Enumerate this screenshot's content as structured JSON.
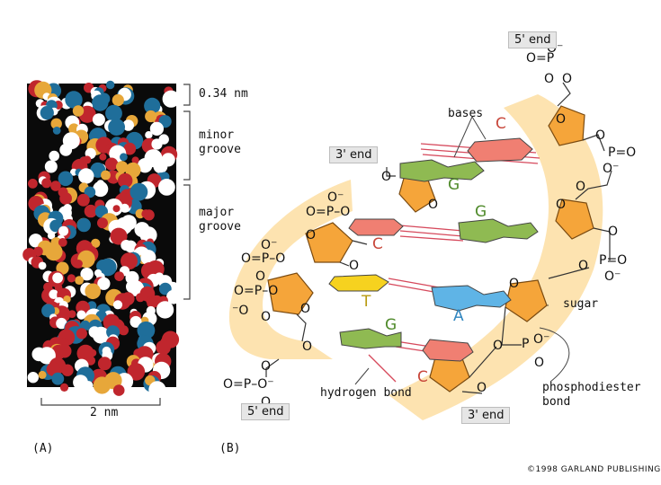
{
  "panel_a": {
    "label": "(A)",
    "labels": {
      "spacing": "0.34 nm",
      "minor_groove": "minor\ngroove",
      "major_groove": "major\ngroove",
      "width": "2 nm"
    }
  },
  "panel_b": {
    "label": "(B)",
    "end_labels": {
      "top_right": "5' end",
      "top_left": "3' end",
      "bottom_left": "5' end",
      "bottom_right": "3' end"
    },
    "annotations": {
      "bases": "bases",
      "sugar": "sugar",
      "hydrogen_bond": "hydrogen bond",
      "phosphodiester_bond": "phosphodiester\nbond"
    },
    "base_letters": {
      "b1": "C",
      "b2": "G",
      "b3": "G",
      "b4": "C",
      "b5": "T",
      "b6": "A",
      "b7": "G",
      "b8": "C"
    },
    "colors": {
      "backbone": "#fde3b0",
      "sugar": "#f5a53a",
      "guanine": "#8fba52",
      "cytosine": "#f07f72",
      "thymine": "#f6d21f",
      "adenine": "#5fb4e6",
      "hbond": "#d6495c"
    }
  },
  "copyright": "©1998 GARLAND PUBLISHING"
}
